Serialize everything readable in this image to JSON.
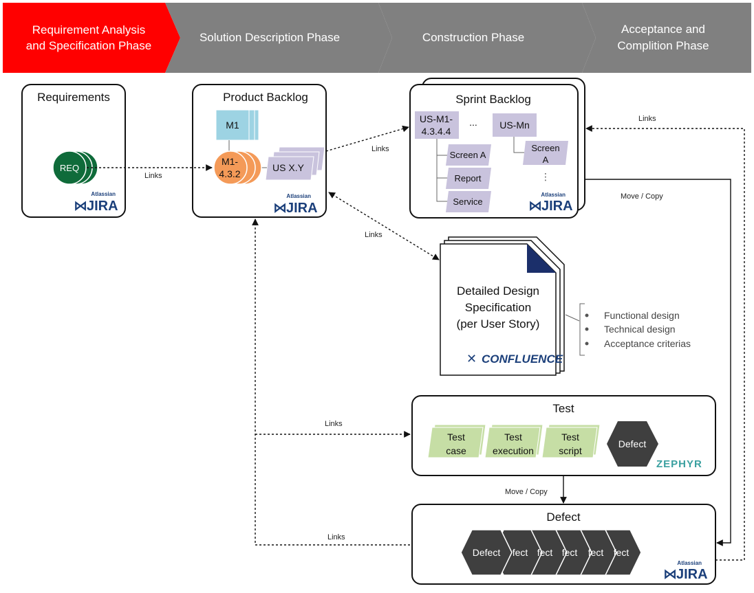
{
  "phases": [
    {
      "line1": "Requirement Analysis",
      "line2": "and Specification Phase",
      "color": "#ff0000"
    },
    {
      "line1": "Solution Description Phase",
      "line2": "",
      "color": "#808080"
    },
    {
      "line1": "Construction Phase",
      "line2": "",
      "color": "#808080"
    },
    {
      "line1": "Acceptance and",
      "line2": "Complition Phase",
      "color": "#808080"
    }
  ],
  "boxes": {
    "requirements": {
      "title": "Requirements",
      "node": "REQ"
    },
    "product_backlog": {
      "title": "Product Backlog",
      "module": "M1",
      "item_line1": "M1-",
      "item_line2": "4.3.2",
      "story": "US X.Y"
    },
    "sprint_backlog": {
      "title": "Sprint Backlog",
      "story1_line1": "US-M1-",
      "story1_line2": "4.3.4.4",
      "ellipsis": "...",
      "story2": "US-Mn",
      "tasks1": [
        "Screen A",
        "Report",
        "Service"
      ],
      "task2_line1": "Screen",
      "task2_line2": "A",
      "vdots": "⋮"
    },
    "design_doc": {
      "line1": "Detailed Design",
      "line2": "Specification",
      "line3": "(per User Story)",
      "bullets": [
        "Functional design",
        "Technical design",
        "Acceptance criterias"
      ]
    },
    "test": {
      "title": "Test",
      "items": [
        {
          "line1": "Test",
          "line2": "case"
        },
        {
          "line1": "Test",
          "line2": "execution"
        },
        {
          "line1": "Test",
          "line2": "script"
        }
      ],
      "defect": "Defect"
    },
    "defect": {
      "title": "Defect",
      "first": "Defect",
      "stack": [
        "fect",
        "fect",
        "fect",
        "fect",
        "fect"
      ]
    }
  },
  "links": {
    "req_to_pb": "Links",
    "pb_to_sb": "Links",
    "pb_to_doc": "Links",
    "pb_to_test": "Links",
    "defect_to_pb": "Links",
    "sb_links": "Links",
    "sb_move": "Move / Copy",
    "test_move": "Move / Copy"
  },
  "logos": {
    "jira_small": "Atlassian",
    "jira": "JIRA",
    "confluence": "CONFLUENCE",
    "zephyr": "ZEPHYR"
  },
  "colors": {
    "active_phase": "#ff0000",
    "inactive_phase": "#808080",
    "req_node": "#0f6b3a",
    "module": "#9dd3e3",
    "item": "#f49a58",
    "story": "#c9c3dd",
    "test_item": "#c6dea5",
    "defect": "#3f3f3f",
    "jira_blue": "#1b3f7a"
  }
}
